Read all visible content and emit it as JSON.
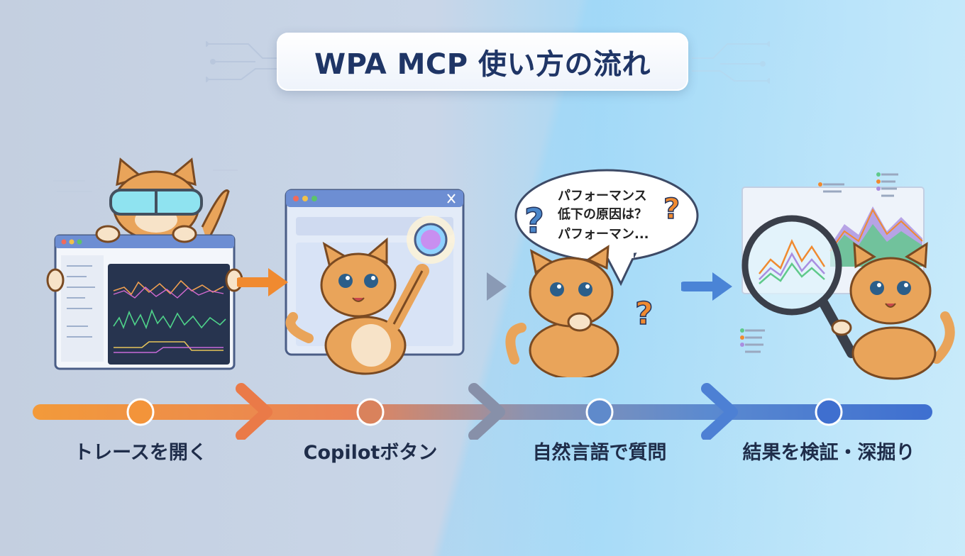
{
  "title": "WPA MCP 使い方の流れ",
  "steps": [
    {
      "label": "トレースを開く",
      "color": "#f08a30"
    },
    {
      "label": "Copilotボタン",
      "color": "#e07a50"
    },
    {
      "label": "自然言語で質問",
      "color": "#5b86c9"
    },
    {
      "label": "結果を検証・深掘り",
      "color": "#3f6fcf"
    }
  ],
  "speech_bubble": {
    "line1": "パフォーマンス",
    "line2": "低下の原因は？",
    "line3": "パフォーマン..."
  },
  "colors": {
    "title_text": "#1f3566",
    "orange": "#f08a30",
    "blue": "#3f6fcf",
    "cat_fur": "#e9a45a"
  }
}
